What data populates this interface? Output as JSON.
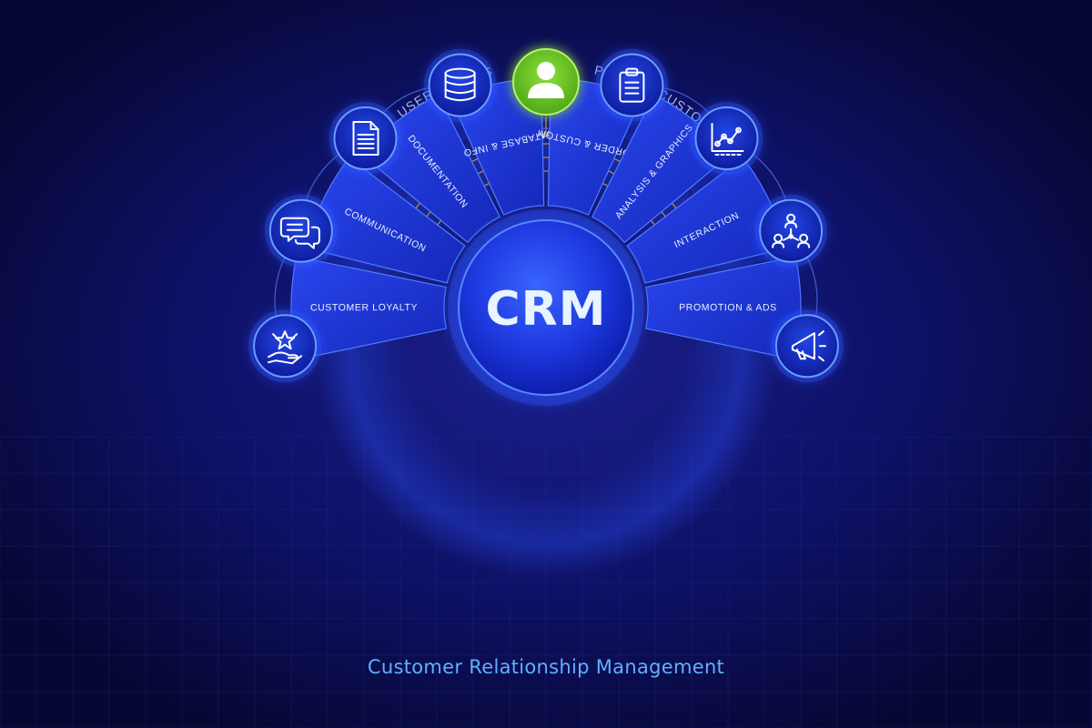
{
  "center": {
    "label": "CRM"
  },
  "top_icon": {
    "icon": "user-profile-icon",
    "color": "#6cc92a"
  },
  "arc_labels": {
    "left": "USER ACCESS",
    "right": "PROFILE CUSTOM"
  },
  "segments": [
    {
      "label": "CUSTOMER LOYALTY",
      "icon": "hand-star-icon"
    },
    {
      "label": "COMMUNICATION",
      "icon": "chat-bubbles-icon"
    },
    {
      "label": "DOCUMENTATION",
      "icon": "document-icon"
    },
    {
      "label": "DATABASE & INFO",
      "icon": "database-icon"
    },
    {
      "label": "ORDER & CUSTOM",
      "icon": "clipboard-icon"
    },
    {
      "label": "ANALYSIS & GRAPHICS",
      "icon": "line-graph-icon"
    },
    {
      "label": "INTERACTION",
      "icon": "network-people-icon"
    },
    {
      "label": "PROMOTION & ADS",
      "icon": "megaphone-icon"
    }
  ],
  "footer": {
    "title": "Customer Relationship Management"
  },
  "colors": {
    "background": "#08083a",
    "segment": "#1f36d8",
    "accent_green": "#6cc92a",
    "title_blue": "#5fb0ff",
    "line_gold": "#c9a43a"
  }
}
